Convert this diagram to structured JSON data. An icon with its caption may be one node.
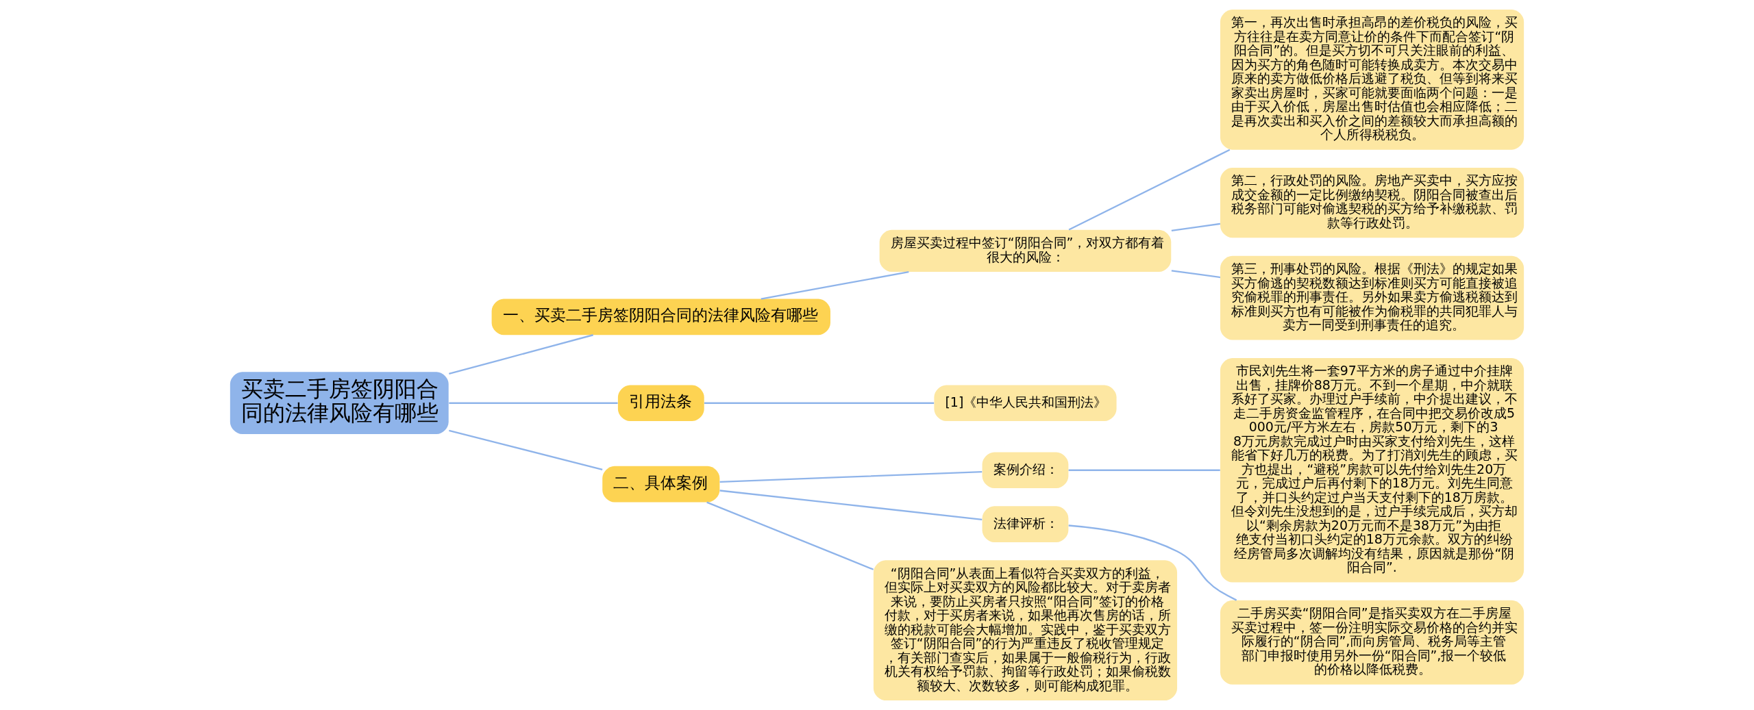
{
  "diagram": {
    "nodes": [
      {
        "text": [
          "买卖二手房签阴阳合同的法律风险有哪些"
        ]
      },
      {
        "text": [
          "一、买卖二手房签阴阳合同的法律风险有哪些"
        ]
      },
      {
        "text": [
          "房屋买卖过程中签订“阴阳合同”，对双方都有着很大的风险："
        ]
      },
      {
        "text": [
          "第一，再次出售时承担高昂的差价税负的风险，买方往往是在卖方同意让价的条件下而配合签订“阴阳合同”的。但是买方切不可只关注眼前的利益、因为买方的角色随时可能转换成卖方。本次交易中原来的卖方做低价格后逃避了税负、但等到将来买家卖出房屋时，买家可能就要面临两个问题：一是由于买入价低，房屋出售时估值也会相应降低；二是再次卖出和买入价之间的差额较大而承担高额的个人所得税税负。"
        ]
      },
      {
        "text": [
          "第二，行政处罚的风险。房地产买卖中，买方应按成交金额的一定比例缴纳契税。阴阳合同被查出后税务部门可能对偷逃契税的买方给予补缴税款、罚款等行政处罚。"
        ]
      },
      {
        "text": [
          "第三，刑事处罚的风险。根据《刑法》的规定如果买方偷逃的契税数额达到标准则买方可能直接被追究偷税罪的刑事责任。另外如果卖方偷逃税额达到标准则买方也有可能被作为偷税罪的共同犯罪人与卖方一同受到刑事责任的追究。"
        ]
      },
      {
        "text": [
          "引用法条"
        ]
      },
      {
        "text": [
          "[1]《中华人民共和国刑法》"
        ]
      },
      {
        "text": [
          "二、具体案例"
        ]
      },
      {
        "text": [
          "案例介绍："
        ]
      },
      {
        "text": [
          "市民刘先生将一套97平方米的房子通过中介挂牌出售，挂牌价88万元。不到一个星期，中介就联系好了买家。办理过户手续前，中介提出建议，不走二手房资金监管程序，在合同中把交易价改成5000元/平方米左右，房款50万元，剩下的38万元房款完成过户时由买家支付给刘先生，这样能省下好几万的税费。为了打消刘先生的顾虑，买方也提出，“避税”房款可以先付给刘先生20万元，完成过户后再付剩下的18万元。刘先生同意了，并口头约定过户当天支付剩下的18万房款。但令刘先生没想到的是，过户手续完成后，买方却以“剩余房款为20万元而不是38万元”为由拒绝支付当初口头约定的18万元余款。双方的纠纷经房管局多次调解均没有结果，原因就是那份“阴阳合同”."
        ]
      },
      {
        "text": [
          "法律评析："
        ]
      },
      {
        "text": [
          "二手房买卖“阴阳合同”是指买卖双方在二手房屋买卖过程中，签一份注明实际交易价格的合约并实际履行的“阴合同”,而向房管局、税务局等主管部门申报时使用另外一份“阳合同”,报一个较低的价格以降低税费。"
        ]
      },
      {
        "text": [
          "“阴阳合同”从表面上看似符合买卖双方的利益，但实际上对买卖双方的风险都比较大。对于卖房者来说，要防止买房者只按照“阳合同”签订的价格付款，对于买房者来说，如果他再次售房的话，所缴的税款可能会大幅增加。实践中，鉴于买卖双方签订“阴阳合同”的行为严重违反了税收管理规定，有关部门查实后，如果属于一般偷税行为，行政机关有权给予罚款、拘留等行政处罚；如果偷税数额较大、次数较多，则可能构成犯罪。"
        ]
      }
    ],
    "edges": [
      {
        "from": 0,
        "to": 1,
        "arrow": "none"
      },
      {
        "from": 1,
        "to": 2,
        "arrow": "none"
      },
      {
        "from": 2,
        "to": 3,
        "arrow": "none"
      },
      {
        "from": 2,
        "to": 4,
        "arrow": "none"
      },
      {
        "from": 2,
        "to": 5,
        "arrow": "none"
      },
      {
        "from": 0,
        "to": 6,
        "arrow": "none"
      },
      {
        "from": 6,
        "to": 7,
        "arrow": "none"
      },
      {
        "from": 0,
        "to": 8,
        "arrow": "none"
      },
      {
        "from": 8,
        "to": 9,
        "arrow": "none"
      },
      {
        "from": 9,
        "to": 10,
        "arrow": "none"
      },
      {
        "from": 8,
        "to": 11,
        "arrow": "none"
      },
      {
        "from": 11,
        "to": 12,
        "arrow": "none"
      },
      {
        "from": 8,
        "to": 13,
        "arrow": "none"
      }
    ]
  }
}
